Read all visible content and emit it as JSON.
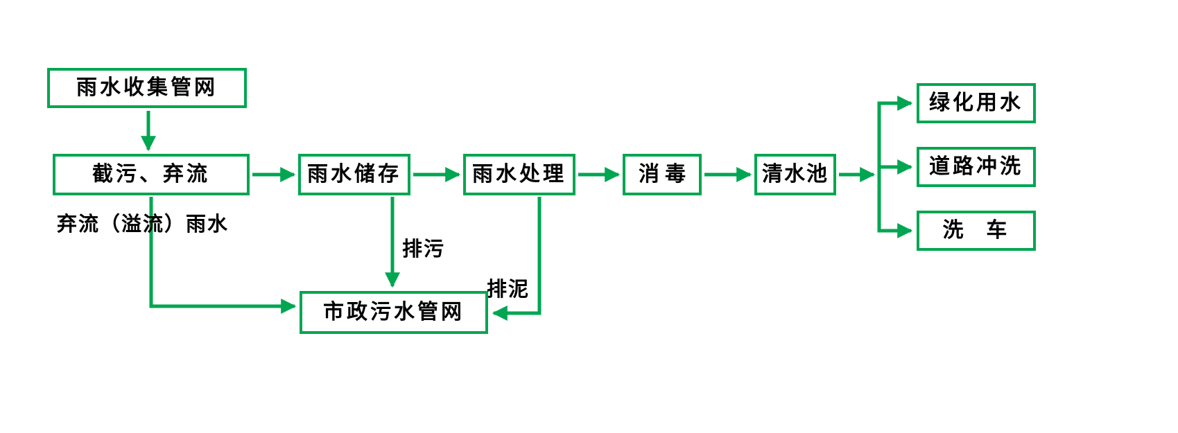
{
  "diagram": {
    "accent_color": "#00a651",
    "background_color": "#ffffff",
    "nodes": {
      "collection": "雨水收集管网",
      "interception": "截污、弃流",
      "storage": "雨水储存",
      "treatment": "雨水处理",
      "disinfection": "消毒",
      "clear_tank": "清水池",
      "greening": "绿化用水",
      "road_washing": "道路冲洗",
      "car_washing": "洗  车",
      "municipal": "市政污水管网"
    },
    "labels": {
      "overflow": "弃流（溢流）雨水",
      "drain_sewage": "排污",
      "drain_sludge": "排泥"
    }
  }
}
